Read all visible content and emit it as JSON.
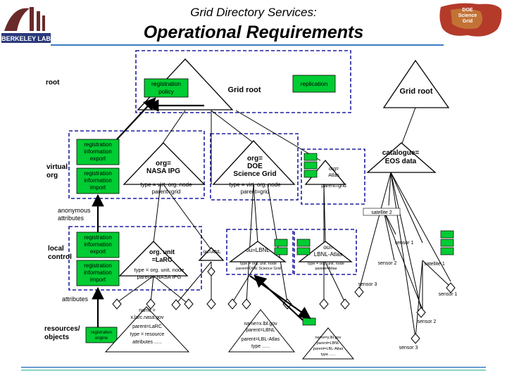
{
  "header": {
    "title_line1": "Grid Directory Services:",
    "title_line2": "Operational Requirements",
    "lab_logo_text": "BERKELEY LAB",
    "doe_logo_text": [
      "DOE",
      "Science",
      "Grid"
    ]
  },
  "side_labels": {
    "root": "root",
    "virtual_org": [
      "virtual",
      "org"
    ],
    "anonymous": [
      "anonymous",
      "attributes"
    ],
    "local_control": [
      "local",
      "control"
    ],
    "attributes": "attributes",
    "resources": [
      "resources/",
      "objects"
    ]
  },
  "green_boxes": {
    "reg_policy": [
      "registration",
      "policy"
    ],
    "replication": "replication",
    "reg_export_top": [
      "registration",
      "information",
      "export"
    ],
    "reg_import_top": [
      "registration",
      "information",
      "import"
    ],
    "reg_export_bot": [
      "registration",
      "information",
      "export"
    ],
    "reg_import_bot": [
      "registration",
      "information",
      "import"
    ],
    "reg_engine": [
      "registration",
      "engine"
    ]
  },
  "nodes": {
    "grid_root_1": "Grid root",
    "grid_root_2": "Grid root",
    "nasa": [
      "org=",
      "NASA IPG"
    ],
    "nasa_attr": [
      "type = virt. org. node",
      "parent=grid"
    ],
    "doe": [
      "org=",
      "DOE",
      "Science Grid"
    ],
    "doe_attr": [
      "type = virt. org. node",
      "parent=grid"
    ],
    "atlas": [
      "org=",
      "Atlas"
    ],
    "atlas_attr": "parent=grid",
    "eos": [
      "catalogue=",
      "EOS data"
    ],
    "larc": [
      "org. unit",
      "=LaRC"
    ],
    "larc_attr": [
      "type = org. unit. node",
      "parent= NASA IPG"
    ],
    "anl": "ou=ANL",
    "lbnl": "ou=LBNL",
    "lbnl_attr": [
      "type = org. unit. node",
      "parent=DOE Science Grid"
    ],
    "lbnl_atlas": [
      "ou=",
      "LBNL-Atlas"
    ],
    "lbnl_atlas_attr": [
      "type = org. unit. node",
      "parent=Atlas"
    ],
    "larc_res": [
      "name =",
      "x.larc.nasa.gov",
      "parent=LaRC",
      "type = resource",
      "attributes ….."
    ],
    "lbl_res": [
      "name=x.lbl.gov",
      "parent=LBNL",
      "parent=LBL-Atlas",
      "type ….."
    ],
    "lbl_res2": [
      "name=y.lbl.gov",
      "parent=LBNL",
      "parent=LBL-Atlas",
      "type ….."
    ],
    "sat2": "satellite 2",
    "sat1": "satellite 1",
    "sensor1_a": "sensor 1",
    "sensor2_a": "sensor 2",
    "sensor3_a": "sensor 3",
    "sensor1_b": "sensor 1",
    "sensor2_b": "sensor 2",
    "sensor3_b": "sensor 3"
  },
  "colors": {
    "green": "#00cc33",
    "dashed_border": "#1f1f9f",
    "title_line": "#3a7bbf"
  }
}
